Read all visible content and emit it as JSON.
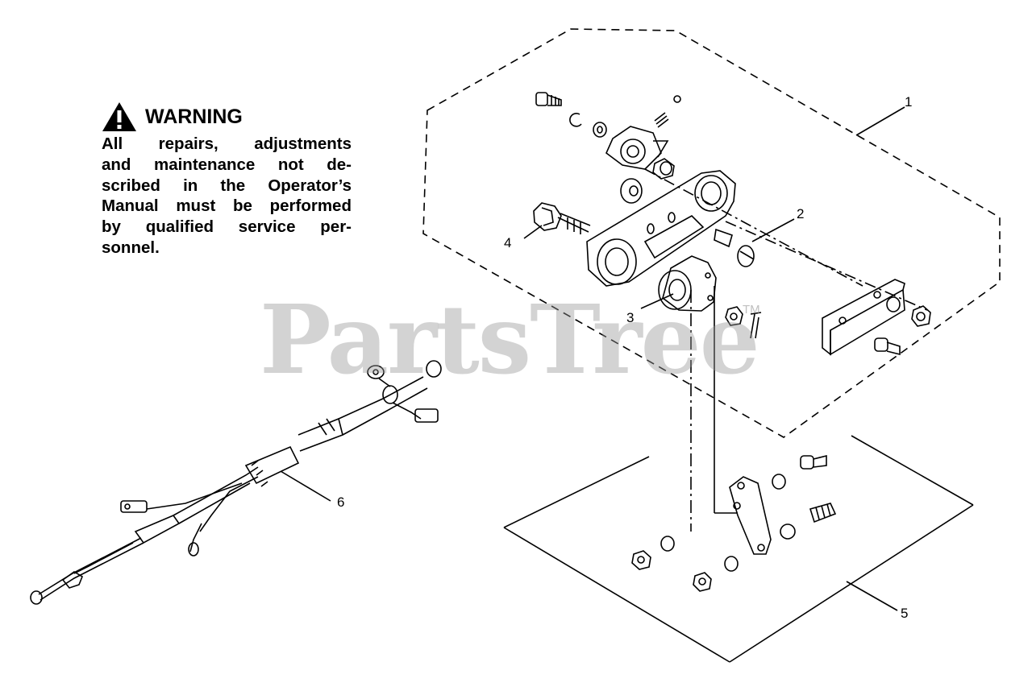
{
  "warning": {
    "heading": "WARNING",
    "body": "All repairs, adjustments\nand maintenance not de-\nscribed in the Operator’s\nManual must be performed\nby qualified service per-\nsonnel."
  },
  "watermark": {
    "text": "PartsTree",
    "trademark": "TM"
  },
  "callouts": [
    "1",
    "2",
    "3",
    "4",
    "5",
    "6"
  ]
}
